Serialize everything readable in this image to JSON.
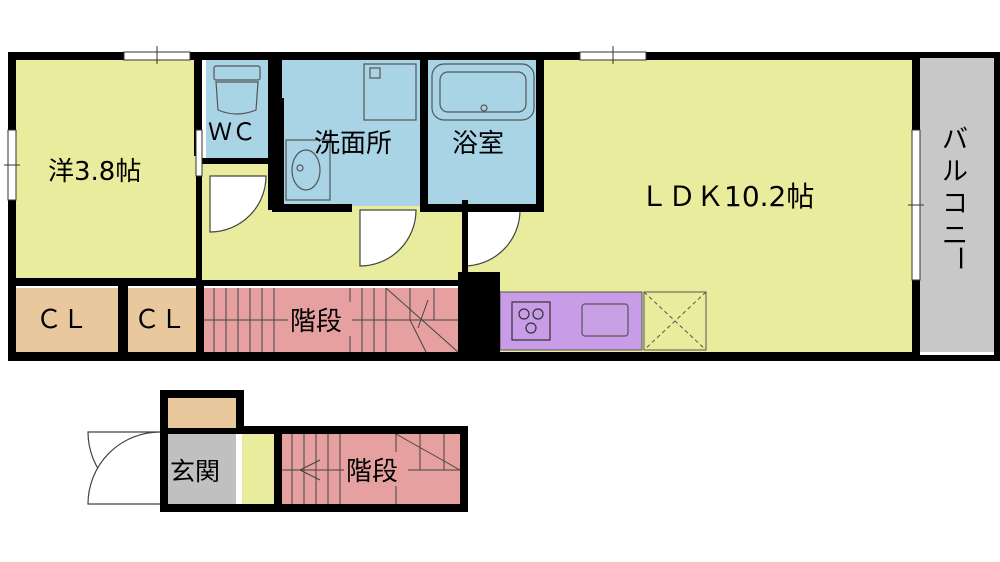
{
  "rooms": {
    "western": "洋3.8帖",
    "wc": "ＷＣ",
    "washroom": "洗面所",
    "bath": "浴室",
    "ldk": "ＬＤＫ10.2帖",
    "balcony": [
      "バ",
      "ル",
      "コ",
      "ニ",
      "ー"
    ],
    "closet_left": "ＣＬ",
    "closet_right": "ＣＬ",
    "stairs_upper": "階段",
    "entrance": "玄関",
    "stairs_lower": "階段"
  },
  "colors": {
    "wall": "#000000",
    "room_yellow": "#e8ec9c",
    "wet_blue": "#a8d4e6",
    "stairs_pink": "#e6a0a0",
    "closet_tan": "#e8c89c",
    "kitchen_purple": "#c89ce6",
    "balcony_gray": "#c8c8c8",
    "entrance_gray": "#c0c0c0"
  }
}
